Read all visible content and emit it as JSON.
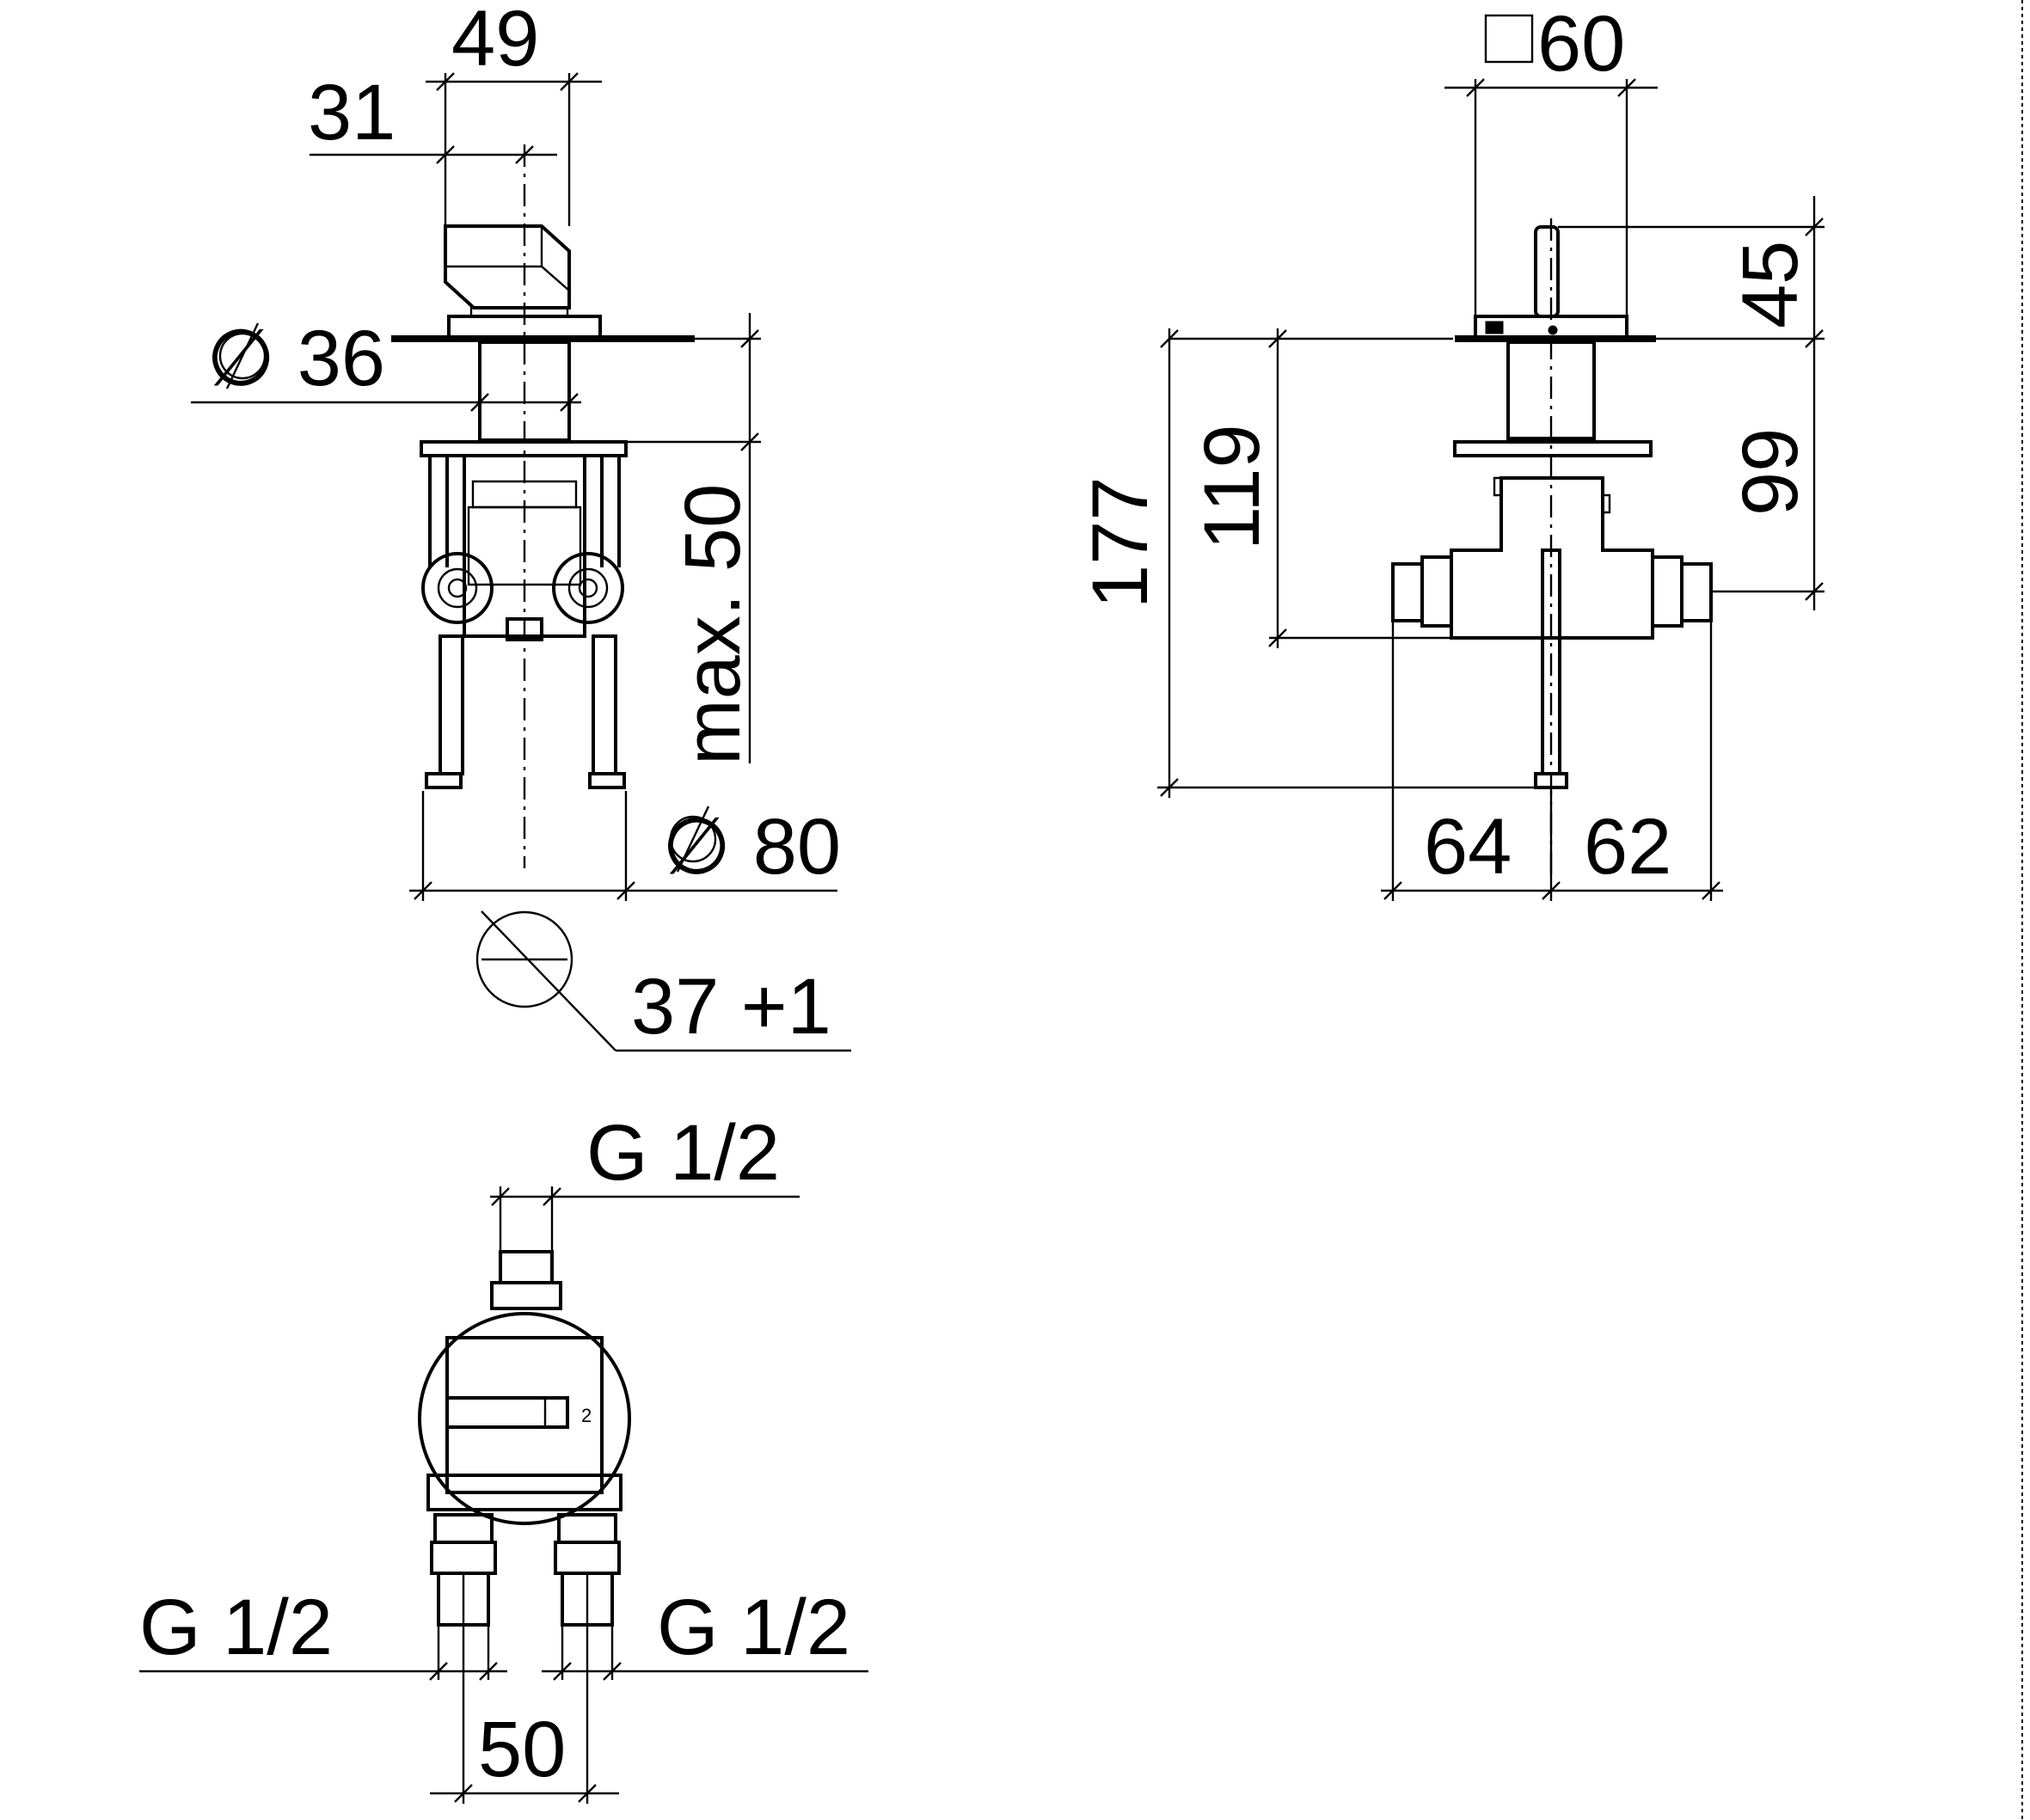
{
  "dimensions": {
    "front": {
      "top_width": "49",
      "half_width": "31",
      "flange_diameter": "∅ 36",
      "depth": "max. 50",
      "base_diameter": "∅ 80",
      "cutout": "37 +1"
    },
    "side": {
      "square_cover": "60",
      "lever_height": "45",
      "to_outlet": "99",
      "total_depth": "177",
      "to_body": "119",
      "left_offset": "64",
      "right_offset": "62"
    },
    "top": {
      "outlet_thread": "G 1/2",
      "inlet_thread_left": "G 1/2",
      "inlet_thread_right": "G 1/2",
      "inlet_spacing": "50"
    }
  }
}
